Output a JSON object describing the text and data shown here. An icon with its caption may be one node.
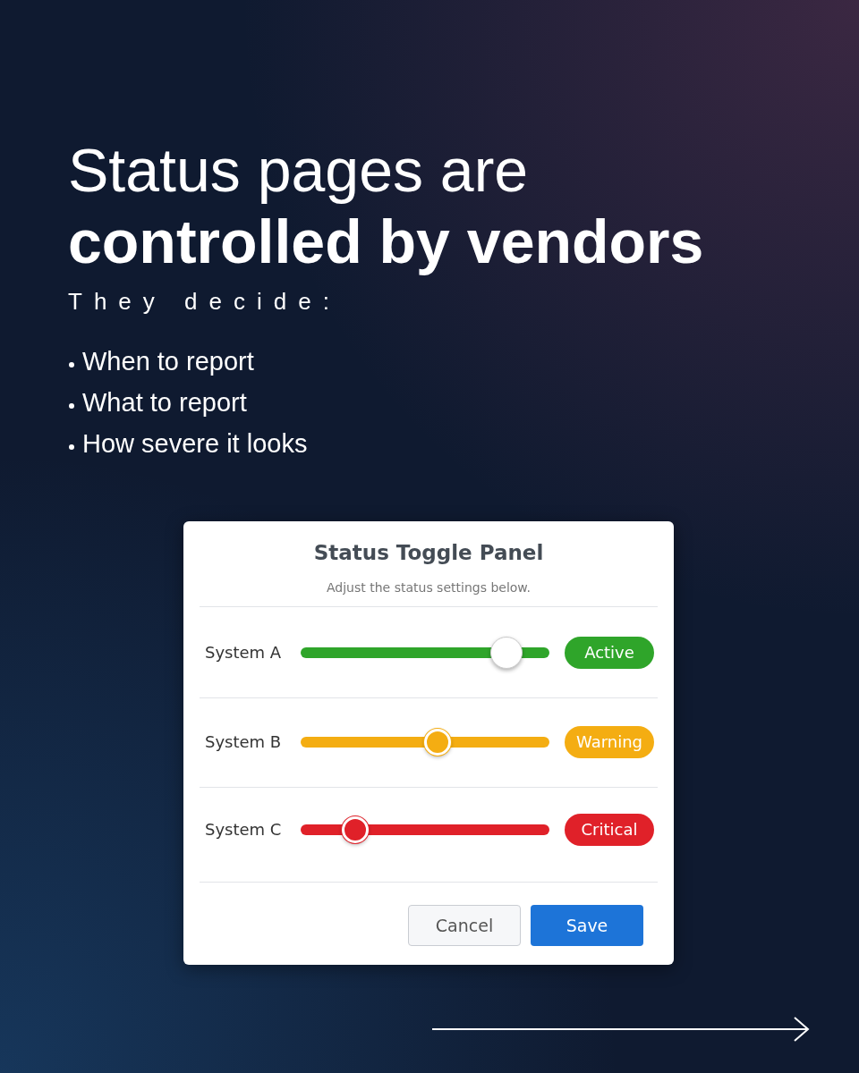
{
  "diagram": {
    "title": "Status pages are **controlled by vendors**",
    "labels": [
      "They decide:",
      "When to report",
      "What to report",
      "How severe it looks",
      "Status Toggle Panel",
      "Adjust the status settings below.",
      "System A",
      "Active",
      "System B",
      "Warning",
      "System C",
      "Critical",
      "Cancel",
      "Save"
    ]
  }
}
